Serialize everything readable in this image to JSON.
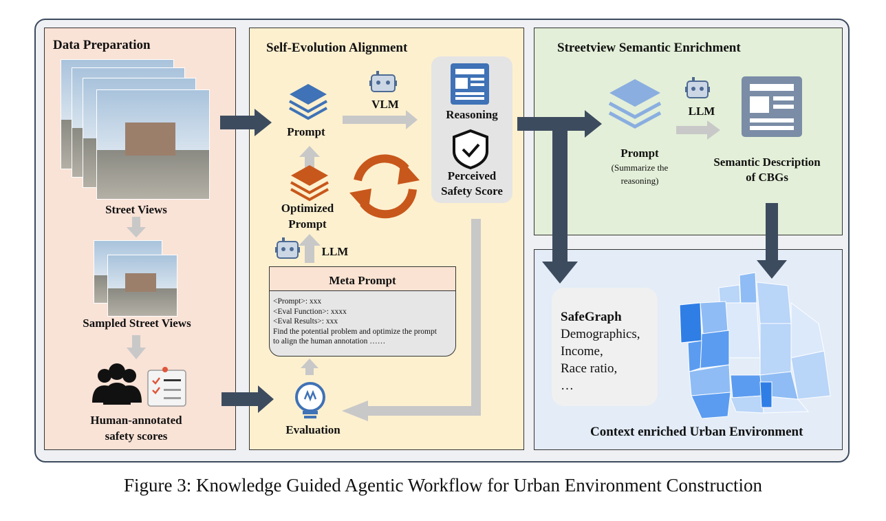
{
  "panels": {
    "data_preparation": "Data Preparation",
    "self_evolution": "Self-Evolution Alignment",
    "streetview": "Streetview Semantic Enrichment",
    "context": "Context enriched Urban Environment"
  },
  "data_prep": {
    "street_views": "Street Views",
    "sampled_views": "Sampled Street Views",
    "human_annotated_1": "Human-annotated",
    "human_annotated_2": "safety scores"
  },
  "self_evolution": {
    "prompt": "Prompt",
    "vlm": "VLM",
    "reasoning": "Reasoning",
    "perceived_1": "Perceived",
    "perceived_2": "Safety Score",
    "optimized_1": "Optimized",
    "optimized_2": "Prompt",
    "llm": "LLM",
    "meta_prompt_title": "Meta Prompt",
    "meta_lines": [
      "<Prompt>: xxx",
      "<Eval Function>: xxxx",
      "<Eval Results>: xxx",
      "Find the potential problem and optimize the prompt",
      "to align the human annotation ……"
    ],
    "evaluation": "Evaluation"
  },
  "streetview": {
    "prompt": "Prompt",
    "prompt_note_1": "(Summarize the",
    "prompt_note_2": "reasoning)",
    "llm": "LLM",
    "semantic_1": "Semantic Description",
    "semantic_2": "of CBGs"
  },
  "context": {
    "safegraph_title": "SafeGraph",
    "safegraph_items": [
      "Demographics,",
      "Income,",
      "Race ratio,",
      "…"
    ]
  },
  "caption": "Figure 3: Knowledge Guided Agentic Workflow for Urban Environment Construction",
  "colors": {
    "dark_arrow": "#3d4b5f",
    "gray_arrow": "#c8c8c8",
    "blue_icon": "#3f72b6",
    "orange_icon": "#c8571b",
    "map_blues": [
      "#2f7ee6",
      "#5b9cf0",
      "#8fbcf4",
      "#b9d5f8",
      "#dce9fb"
    ]
  }
}
